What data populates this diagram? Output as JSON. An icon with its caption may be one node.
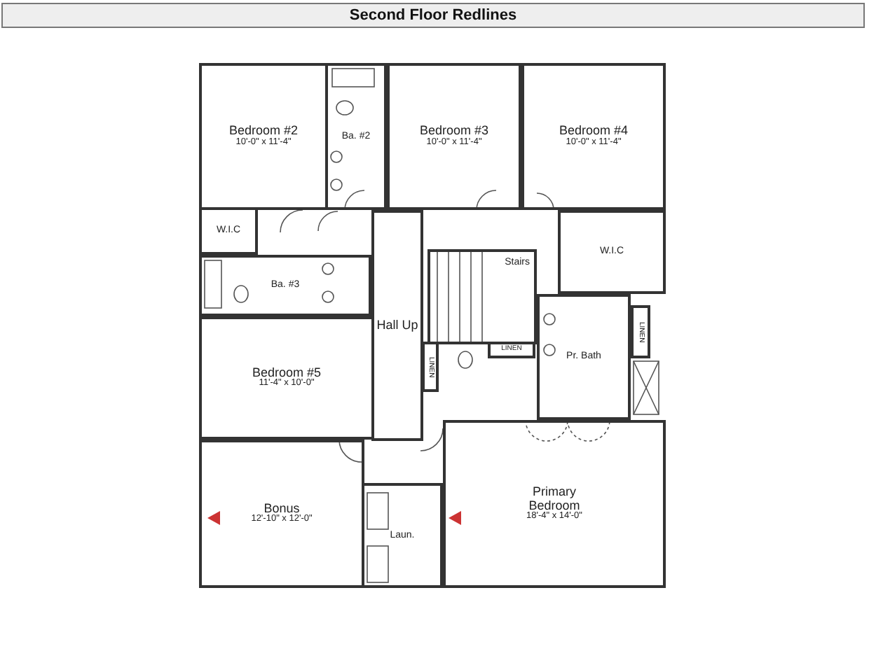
{
  "diagram": {
    "title": "Second Floor Redlines",
    "nodes": [
      {
        "text": [
          "Bedroom #2",
          "10'-0\" x 11'-4\""
        ]
      },
      {
        "text": [
          "Ba. #2"
        ]
      },
      {
        "text": [
          "Bedroom #3",
          "10'-0\" x 11'-4\""
        ]
      },
      {
        "text": [
          "Bedroom #4",
          "10'-0\" x 11'-4\""
        ]
      },
      {
        "text": [
          "W.I.C"
        ]
      },
      {
        "text": [
          "Ba. #3"
        ]
      },
      {
        "text": [
          "Hall Up"
        ]
      },
      {
        "text": [
          "Stairs"
        ]
      },
      {
        "text": [
          "W.I.C"
        ]
      },
      {
        "text": [
          "LINEN"
        ]
      },
      {
        "text": [
          "LINEN"
        ]
      },
      {
        "text": [
          "LINEN"
        ]
      },
      {
        "text": [
          "Pr. Bath"
        ]
      },
      {
        "text": [
          "Bedroom #5",
          "11'-4\" x 10'-0\""
        ]
      },
      {
        "text": [
          "Bonus",
          "12'-10\" x 12'-0\""
        ]
      },
      {
        "text": [
          "Primary Bedroom",
          "18'-4\" x 14'-0\""
        ]
      },
      {
        "text": [
          "Laun."
        ]
      }
    ],
    "edges": []
  }
}
